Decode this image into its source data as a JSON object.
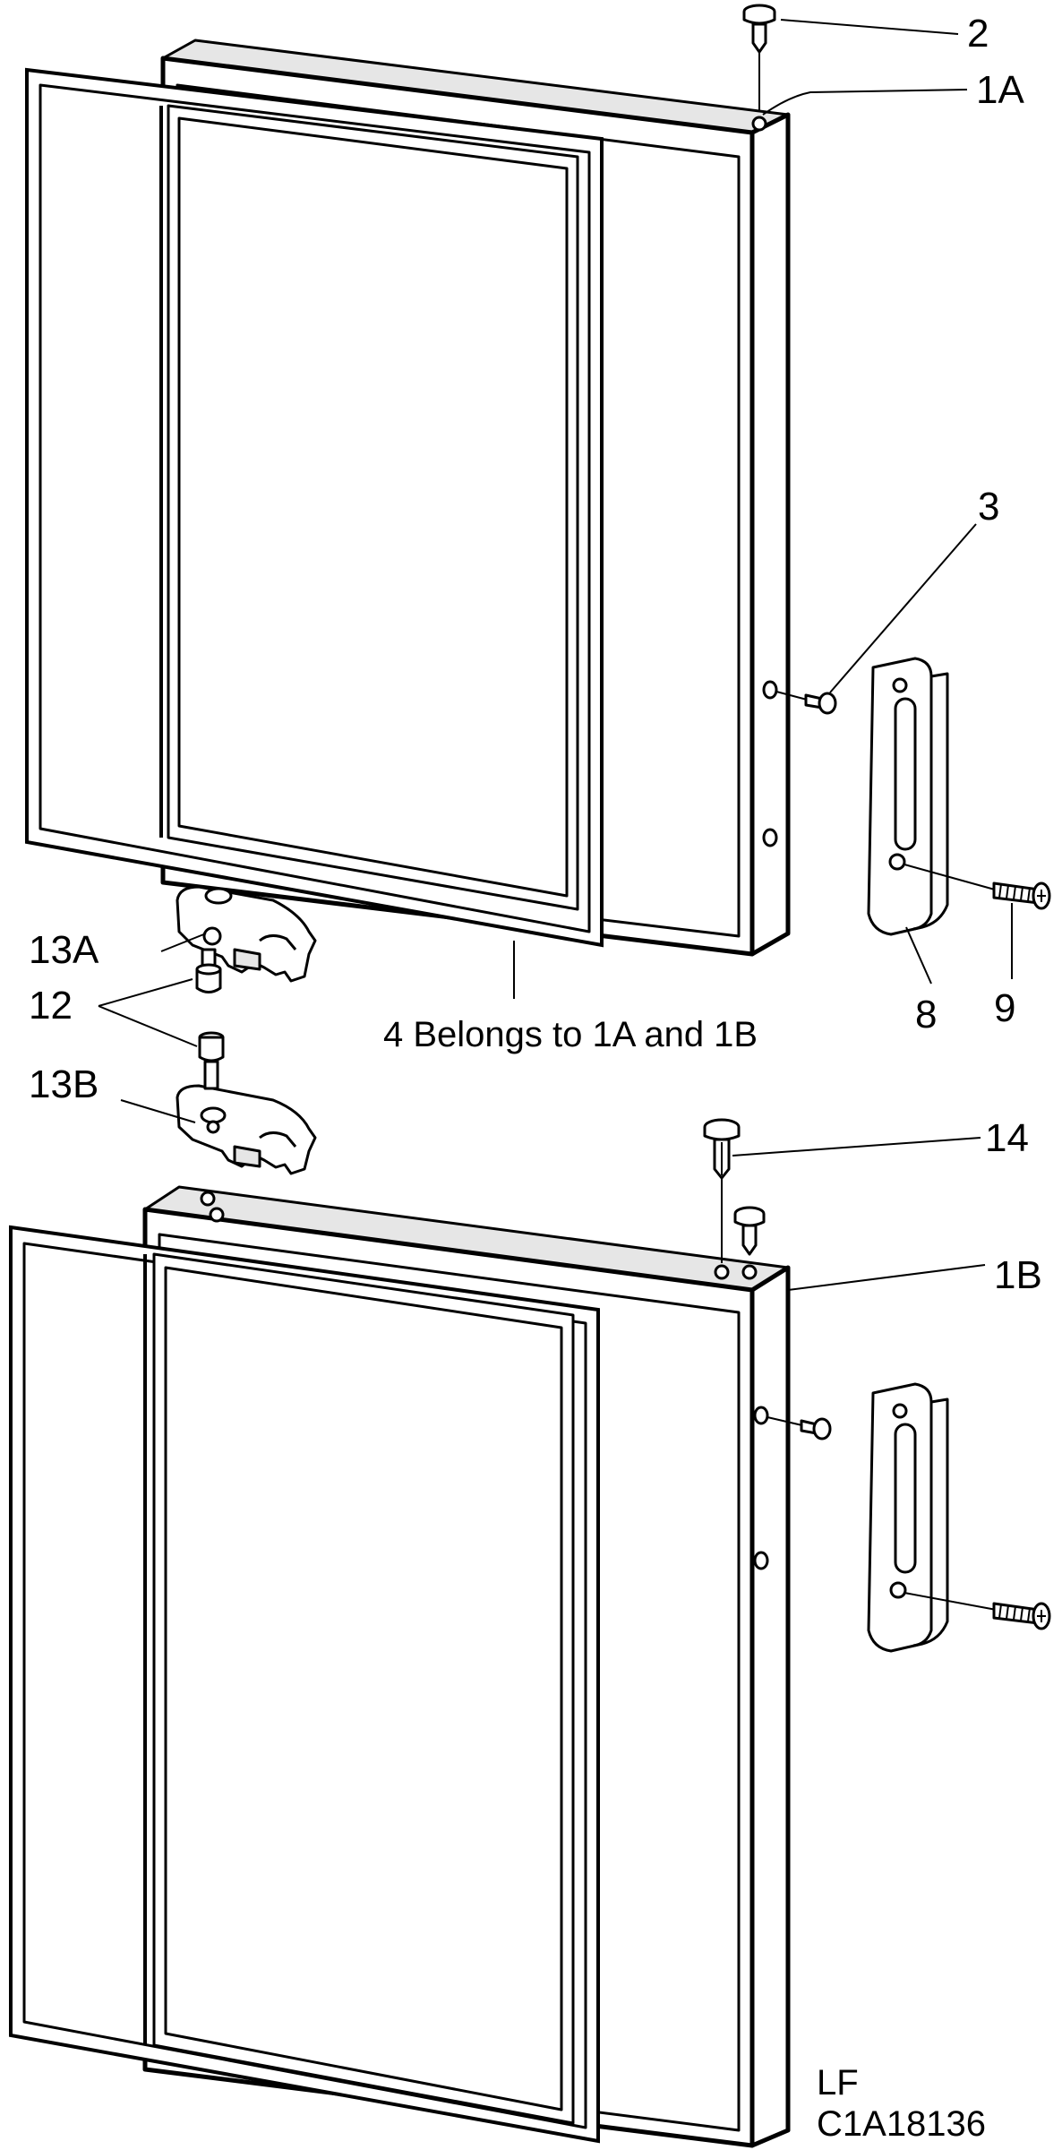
{
  "labels": {
    "part_2": "2",
    "part_1a": "1A",
    "part_3": "3",
    "part_13a": "13A",
    "part_12": "12",
    "part_4_note": "4  Belongs to 1A and 1B",
    "part_8": "8",
    "part_9": "9",
    "part_13b": "13B",
    "part_14": "14",
    "part_1b": "1B",
    "footer_code": "LF",
    "footer_ref": "C1A18136"
  },
  "colors": {
    "line": "#000000",
    "background": "#ffffff",
    "shade": "#e6e6e6"
  }
}
